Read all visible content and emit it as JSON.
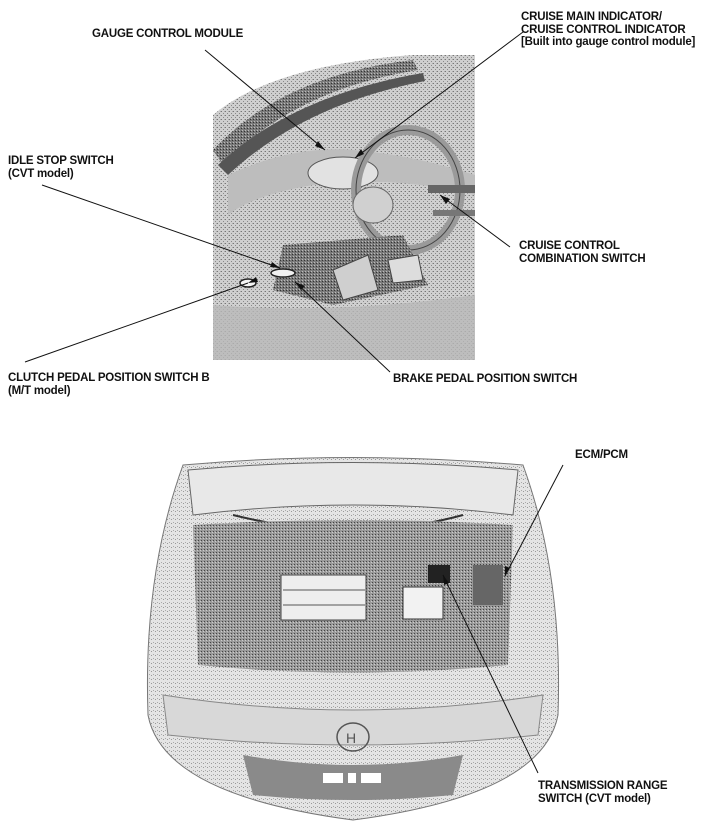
{
  "figure_top": {
    "description": "Interior view of driver side dashboard with pedals and steering wheel",
    "labels": {
      "gauge_control_module": [
        "GAUGE CONTROL MODULE"
      ],
      "cruise_indicator": [
        "CRUISE MAIN INDICATOR/",
        "CRUISE CONTROL INDICATOR",
        "[Built into gauge control module]"
      ],
      "idle_stop_switch": [
        "IDLE STOP SWITCH",
        "(CVT model)"
      ],
      "cruise_combination_switch": [
        "CRUISE CONTROL",
        "COMBINATION SWITCH"
      ],
      "clutch_pedal_switch": [
        "CLUTCH PEDAL POSITION SWITCH B",
        "(M/T model)"
      ],
      "brake_pedal_switch": [
        "BRAKE PEDAL POSITION SWITCH"
      ]
    }
  },
  "figure_bottom": {
    "description": "Front view of vehicle with hood open showing engine compartment",
    "labels": {
      "ecm_pcm": [
        "ECM/PCM"
      ],
      "transmission_range_switch": [
        "TRANSMISSION RANGE",
        "SWITCH (CVT model)"
      ]
    }
  },
  "colors": {
    "ink": "#111111",
    "paper": "#ffffff",
    "shade_dark": "#6a6a6a",
    "shade_mid": "#a8a8a8",
    "shade_light": "#d8d8d8"
  }
}
